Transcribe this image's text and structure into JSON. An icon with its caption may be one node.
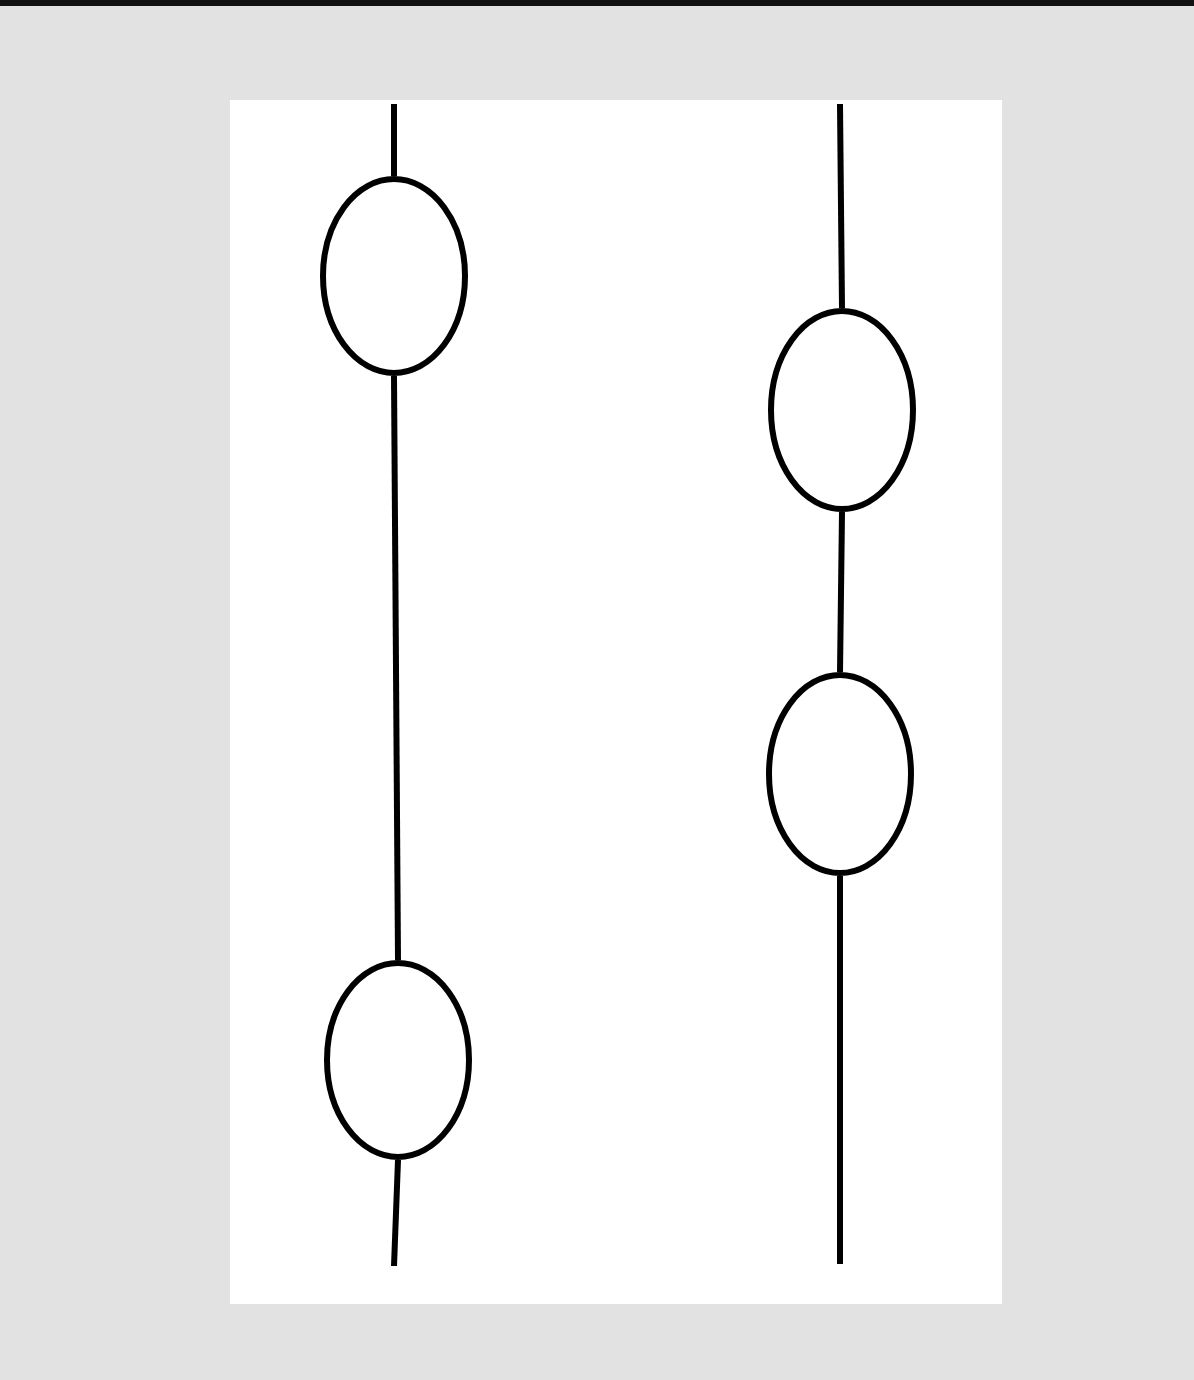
{
  "diagram": {
    "nodes": [
      {
        "text": [],
        "shape": "circle"
      },
      {
        "text": [],
        "shape": "circle"
      },
      {
        "text": [],
        "shape": "circle"
      },
      {
        "text": [],
        "shape": "circle"
      }
    ],
    "edges": [
      {
        "from": null,
        "to": 0,
        "arrow": "none"
      },
      {
        "from": 0,
        "to": 1,
        "arrow": "none"
      },
      {
        "from": 1,
        "to": null,
        "arrow": "none"
      },
      {
        "from": null,
        "to": 2,
        "arrow": "none"
      },
      {
        "from": 2,
        "to": 3,
        "arrow": "none"
      },
      {
        "from": 3,
        "to": null,
        "arrow": "none"
      }
    ]
  }
}
